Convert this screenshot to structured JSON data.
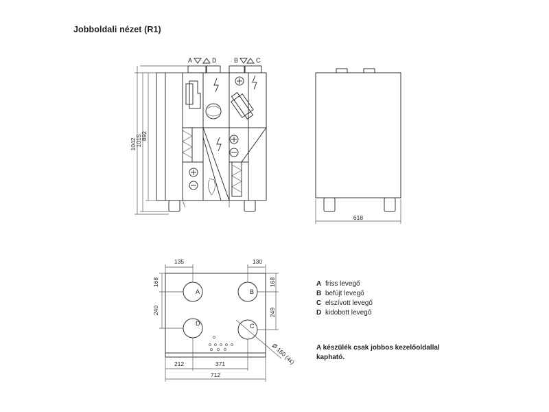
{
  "title": "Jobboldali nézet (R1)",
  "front_view": {
    "port_label_left": "A",
    "port_label_left2": "D",
    "port_label_right": "B",
    "port_label_right2": "C",
    "dims": {
      "h1": "1042",
      "h2": "1015",
      "h3": "892"
    }
  },
  "side_view": {
    "width_dim": "618"
  },
  "top_view": {
    "port_labels": [
      "A",
      "B",
      "D",
      "C"
    ],
    "dims": {
      "top_left": "135",
      "top_right": "130",
      "left_upper": "168",
      "right_upper": "168",
      "left_lower": "240",
      "right_lower": "249",
      "bottom_left": "212",
      "bottom_mid": "371",
      "overall": "712",
      "diameter": "Ø 160 (4x)"
    }
  },
  "legend": [
    {
      "key": "A",
      "text": "friss levegő"
    },
    {
      "key": "B",
      "text": "befújt levegő"
    },
    {
      "key": "C",
      "text": "elszívott levegő"
    },
    {
      "key": "D",
      "text": "kidobott levegő"
    }
  ],
  "note": "A készülék csak jobbos kezelőoldallal kapható."
}
